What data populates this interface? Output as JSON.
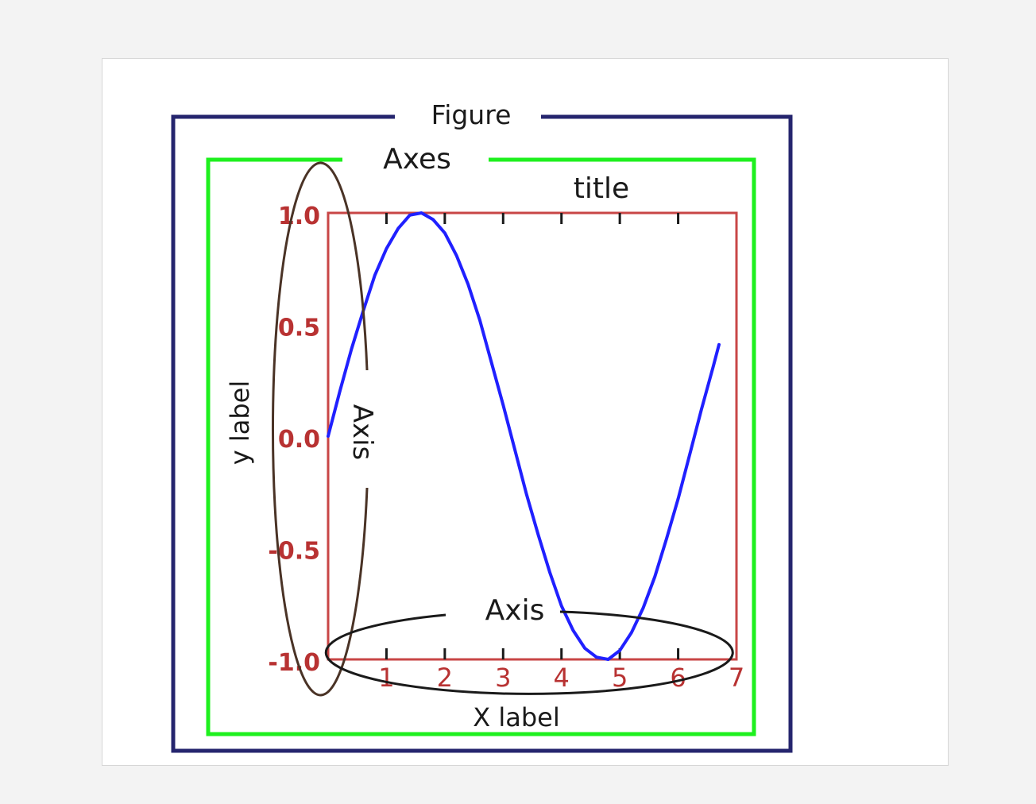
{
  "labels": {
    "figure": "Figure",
    "axes": "Axes",
    "title": "title",
    "y_axis_callout": "Axis",
    "x_axis_callout": "Axis",
    "y_label": "y label",
    "x_label": "X label"
  },
  "colors": {
    "figure_frame": "#25256e",
    "axes_frame": "#1ef01e",
    "plot_frame": "#c84646",
    "curve": "#2020ff",
    "tick_labels": "#b83232",
    "y_axis_ellipse": "#4a3326",
    "x_axis_ellipse": "#1a1a1a"
  },
  "chart_data": {
    "type": "line",
    "xlim": [
      0,
      7
    ],
    "ylim": [
      -1.0,
      1.0
    ],
    "yticks": [
      {
        "value": 1.0,
        "label": "1.0"
      },
      {
        "value": 0.5,
        "label": "0.5"
      },
      {
        "value": 0.0,
        "label": "0.0"
      },
      {
        "value": -0.5,
        "label": "-0.5"
      },
      {
        "value": -1.0,
        "label": "-1.0"
      }
    ],
    "xticks": [
      {
        "value": 1,
        "label": "1"
      },
      {
        "value": 2,
        "label": "2"
      },
      {
        "value": 3,
        "label": "3"
      },
      {
        "value": 4,
        "label": "4"
      },
      {
        "value": 5,
        "label": "5"
      },
      {
        "value": 6,
        "label": "6"
      },
      {
        "value": 7,
        "label": "7"
      }
    ],
    "series": [
      {
        "x": [
          0.0,
          0.2,
          0.4,
          0.6,
          0.8,
          1.0,
          1.2,
          1.4,
          1.6,
          1.8,
          2.0,
          2.2,
          2.4,
          2.6,
          2.8,
          3.0,
          3.2,
          3.4,
          3.6,
          3.8,
          4.0,
          4.2,
          4.4,
          4.6,
          4.8,
          5.0,
          5.2,
          5.4,
          5.6,
          5.8,
          6.0,
          6.2,
          6.4,
          6.6,
          6.7
        ],
        "y": [
          0.0,
          0.2,
          0.39,
          0.56,
          0.72,
          0.84,
          0.93,
          0.99,
          1.0,
          0.97,
          0.91,
          0.81,
          0.68,
          0.52,
          0.33,
          0.14,
          -0.06,
          -0.26,
          -0.44,
          -0.61,
          -0.76,
          -0.87,
          -0.95,
          -0.99,
          -1.0,
          -0.96,
          -0.88,
          -0.77,
          -0.63,
          -0.46,
          -0.28,
          -0.08,
          0.12,
          0.31,
          0.41
        ]
      }
    ]
  }
}
